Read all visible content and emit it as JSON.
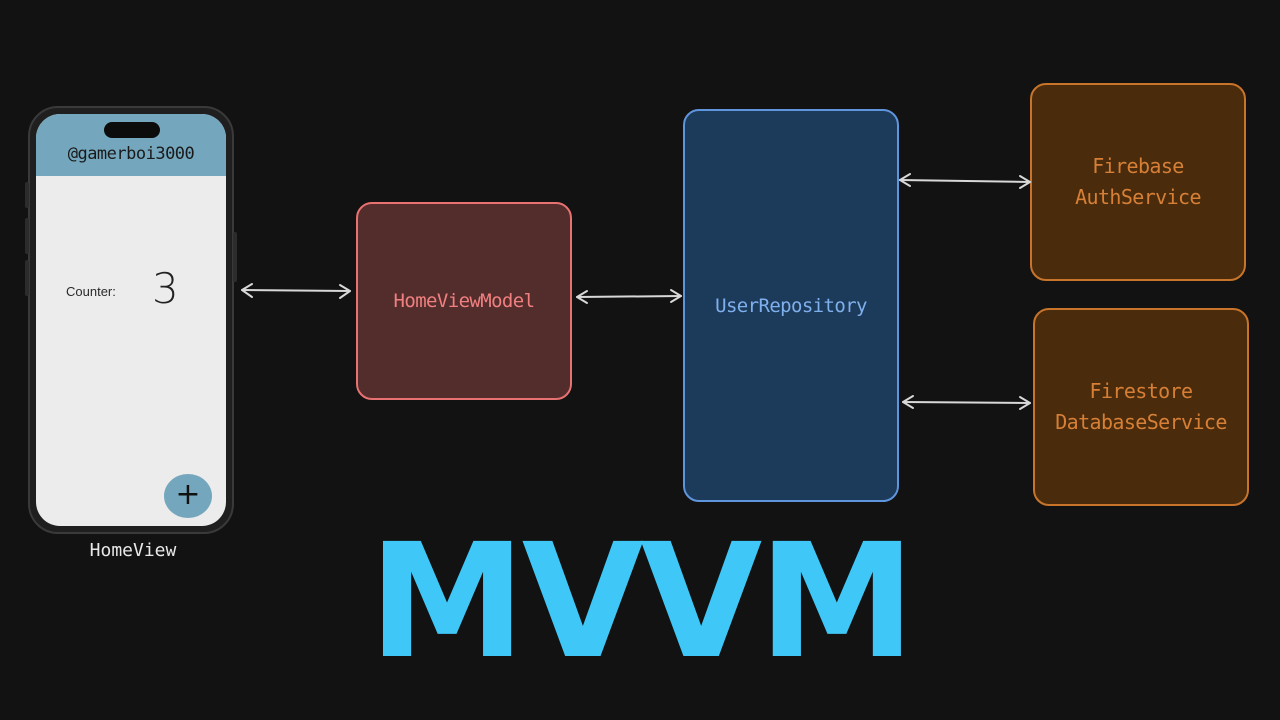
{
  "phone": {
    "username": "@gamerboi3000",
    "counter_label": "Counter:",
    "counter_value": "3",
    "fab_label": "+",
    "caption": "HomeView"
  },
  "boxes": {
    "viewmodel": "HomeViewModel",
    "repository": "UserRepository",
    "auth_service": "Firebase\nAuthService",
    "db_service": "Firestore\nDatabaseService"
  },
  "title": "MVVM",
  "colors": {
    "background": "#121212",
    "title": "#3ec7f7",
    "viewmodel": "#e87171",
    "repository": "#5f95dc",
    "service": "#c8742a",
    "phone_accent": "#74a7bd"
  }
}
